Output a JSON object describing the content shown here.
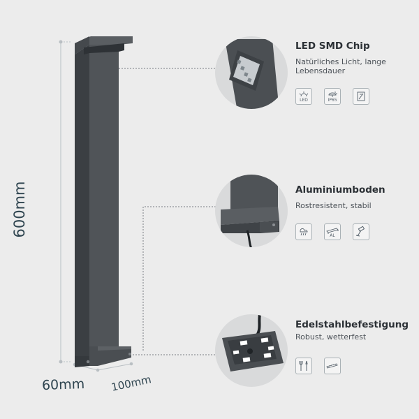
{
  "dimensions": {
    "height_label": "600mm",
    "depth_label": "60mm",
    "width_label": "100mm"
  },
  "features": [
    {
      "title": "LED SMD Chip",
      "subtitle": "Natürliches Licht, lange Lebensdauer",
      "icons": [
        {
          "name": "led-icon",
          "caption": "LED"
        },
        {
          "name": "ip65-icon",
          "caption": "IP65"
        },
        {
          "name": "panel-icon",
          "caption": ""
        }
      ]
    },
    {
      "title": "Aluminiumboden",
      "subtitle": "Rostresistent, stabil",
      "icons": [
        {
          "name": "weather-icon",
          "caption": ""
        },
        {
          "name": "aluminium-profile-icon",
          "caption": "AL"
        },
        {
          "name": "hammer-icon",
          "caption": ""
        }
      ]
    },
    {
      "title": "Edelstahlbefestigung",
      "subtitle": "Robust, wetterfest",
      "icons": [
        {
          "name": "tools-icon",
          "caption": ""
        },
        {
          "name": "screw-icon",
          "caption": ""
        }
      ]
    }
  ],
  "colors": {
    "background": "#ececec",
    "product": "#4a4e52",
    "product_dark": "#3b3f43",
    "dim_text": "#2f4550"
  }
}
